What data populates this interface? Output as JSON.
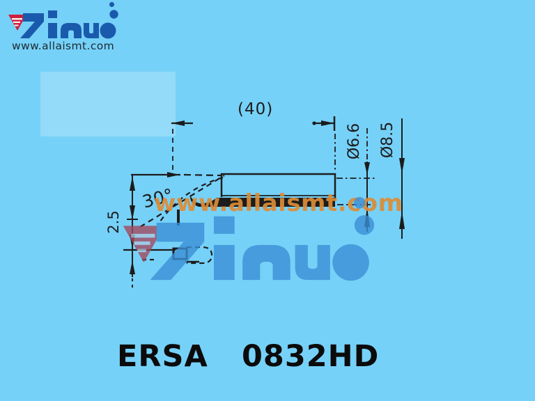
{
  "branding": {
    "logo_name": "yinuo",
    "website": "www.allaismt.com"
  },
  "drawing": {
    "labels": {
      "length": "(40)",
      "angle": "30°",
      "tip_width": "2.5",
      "sleeve_diameter": "Ø6.6",
      "outer_diameter": "Ø8.5"
    }
  },
  "watermark": {
    "url_text": "www.allaismt.com",
    "logo_name": "yinuo"
  },
  "footer": {
    "brand": "ERSA",
    "model": "0832HD"
  },
  "colors": {
    "background": "#76d1f8",
    "logo_blue": "#1a5aac",
    "logo_red": "#d01f3c",
    "watermark_blue": "#4796d8",
    "watermark_red": "#a34a5e",
    "watermark_orange": "#de8c36",
    "line": "#1c1c1c",
    "footer_text": "#0b0b0b"
  }
}
